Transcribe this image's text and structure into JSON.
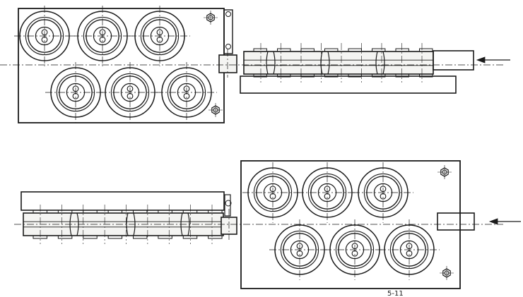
{
  "drawing": {
    "background": "#ffffff",
    "ink": "#1a1a1a",
    "paper_tint": "#f4f4f2",
    "assemblies": [
      {
        "name": "upper-assembly",
        "feed_direction": "right-to-left",
        "straightener_rollers": {
          "top_row": 3,
          "bottom_row": 3
        },
        "mounting_holes": 2
      },
      {
        "name": "lower-assembly",
        "feed_direction": "right-to-left",
        "straightener_rollers": {
          "top_row": 3,
          "bottom_row": 3
        },
        "mounting_holes": 2
      }
    ],
    "footer_caption": "5-11"
  }
}
